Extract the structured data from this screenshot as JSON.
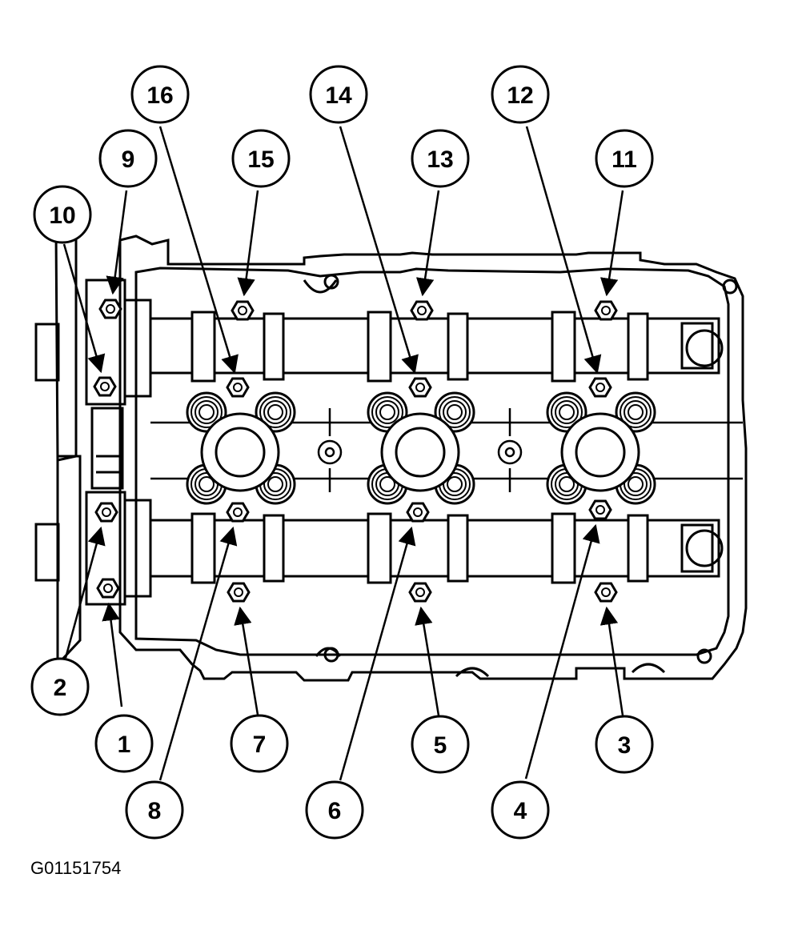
{
  "figure_id": "G01151754",
  "callouts": {
    "c1": "1",
    "c2": "2",
    "c3": "3",
    "c4": "4",
    "c5": "5",
    "c6": "6",
    "c7": "7",
    "c8": "8",
    "c9": "9",
    "c10": "10",
    "c11": "11",
    "c12": "12",
    "c13": "13",
    "c14": "14",
    "c15": "15",
    "c16": "16"
  },
  "colors": {
    "ink": "#000000",
    "paper": "#ffffff"
  }
}
